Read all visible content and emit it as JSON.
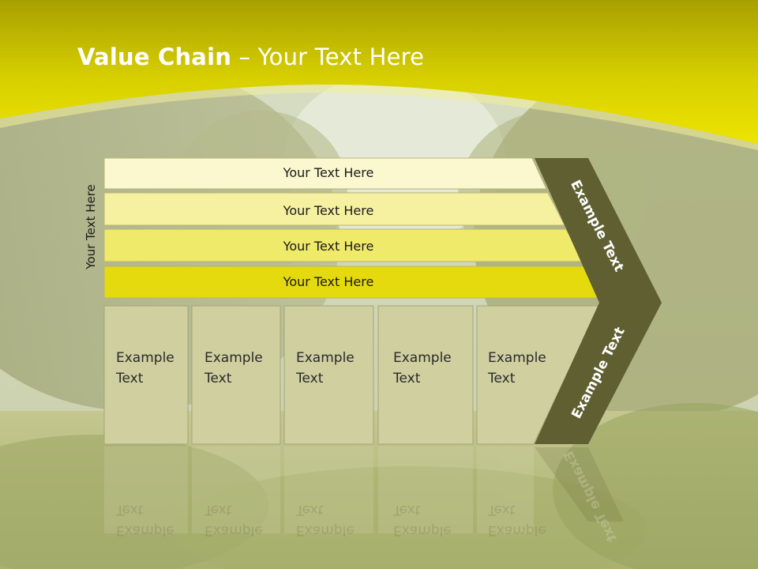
{
  "title": {
    "bold": "Value Chain",
    "rest": " – Your Text Here"
  },
  "side_label": "Your Text Here",
  "rows": [
    {
      "label": "Your Text Here",
      "color": "#fbf8cf"
    },
    {
      "label": "Your Text Here",
      "color": "#f6f1a0"
    },
    {
      "label": "Your Text Here",
      "color": "#f0ea6a"
    },
    {
      "label": "Your Text Here",
      "color": "#e5da0e"
    }
  ],
  "columns": [
    {
      "text": "Example\nText"
    },
    {
      "text": "Example\nText"
    },
    {
      "text": "Example\nText"
    },
    {
      "text": "Example\nText"
    },
    {
      "text": "Example\nText"
    }
  ],
  "arrow": {
    "upper_label": "Example Text",
    "lower_label": "Example Text",
    "color": "#5f5f32"
  },
  "colors": {
    "header": "#dcd200",
    "column_fill": "#cfcf9f"
  }
}
